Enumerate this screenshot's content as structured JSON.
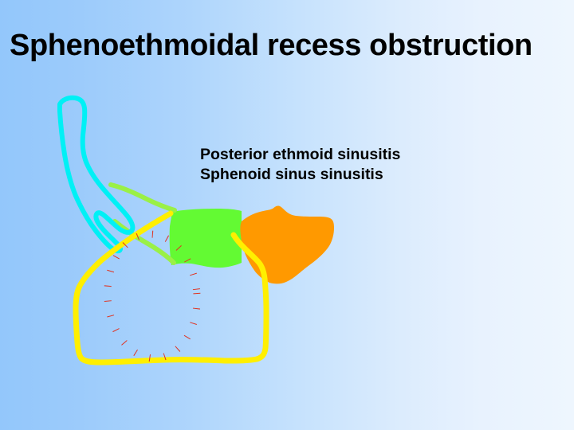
{
  "slide": {
    "title": "Sphenoethmoidal recess obstruction",
    "background": {
      "gradient_from": "#93c7fb",
      "gradient_to": "#eef6fe",
      "direction": "left-to-right"
    }
  },
  "annotations": {
    "labels": [
      "Posterior ethmoid sinusitis",
      "Sphenoid sinus sinusitis"
    ]
  },
  "diagram": {
    "title": "Sagittal nasal cavity schematic with highlighted sinus regions",
    "shapes": {
      "cyan_outline": {
        "name": "superior-nasal-passage-outline",
        "color": "#00f0f5",
        "stroke_width": 6,
        "fill": "none"
      },
      "lightgreen_outline": {
        "name": "sphenoethmoidal-recess-outline",
        "color": "#9af046",
        "stroke_width": 6,
        "fill": "none"
      },
      "green_region": {
        "name": "posterior-ethmoid-sinus-region",
        "color": "#63fa33",
        "fill": "#63fa33"
      },
      "orange_region": {
        "name": "sphenoid-sinus-region",
        "color": "#ff9900",
        "fill": "#ff9900"
      },
      "yellow_outline": {
        "name": "nasopharynx-outline",
        "color": "#ffef00",
        "stroke_width": 7,
        "fill": "none"
      },
      "red_dotted_oval": {
        "name": "obstruction-marker-oval",
        "color": "#e03322",
        "stroke_width": 9,
        "dash": "1 18",
        "fill": "none"
      }
    }
  }
}
